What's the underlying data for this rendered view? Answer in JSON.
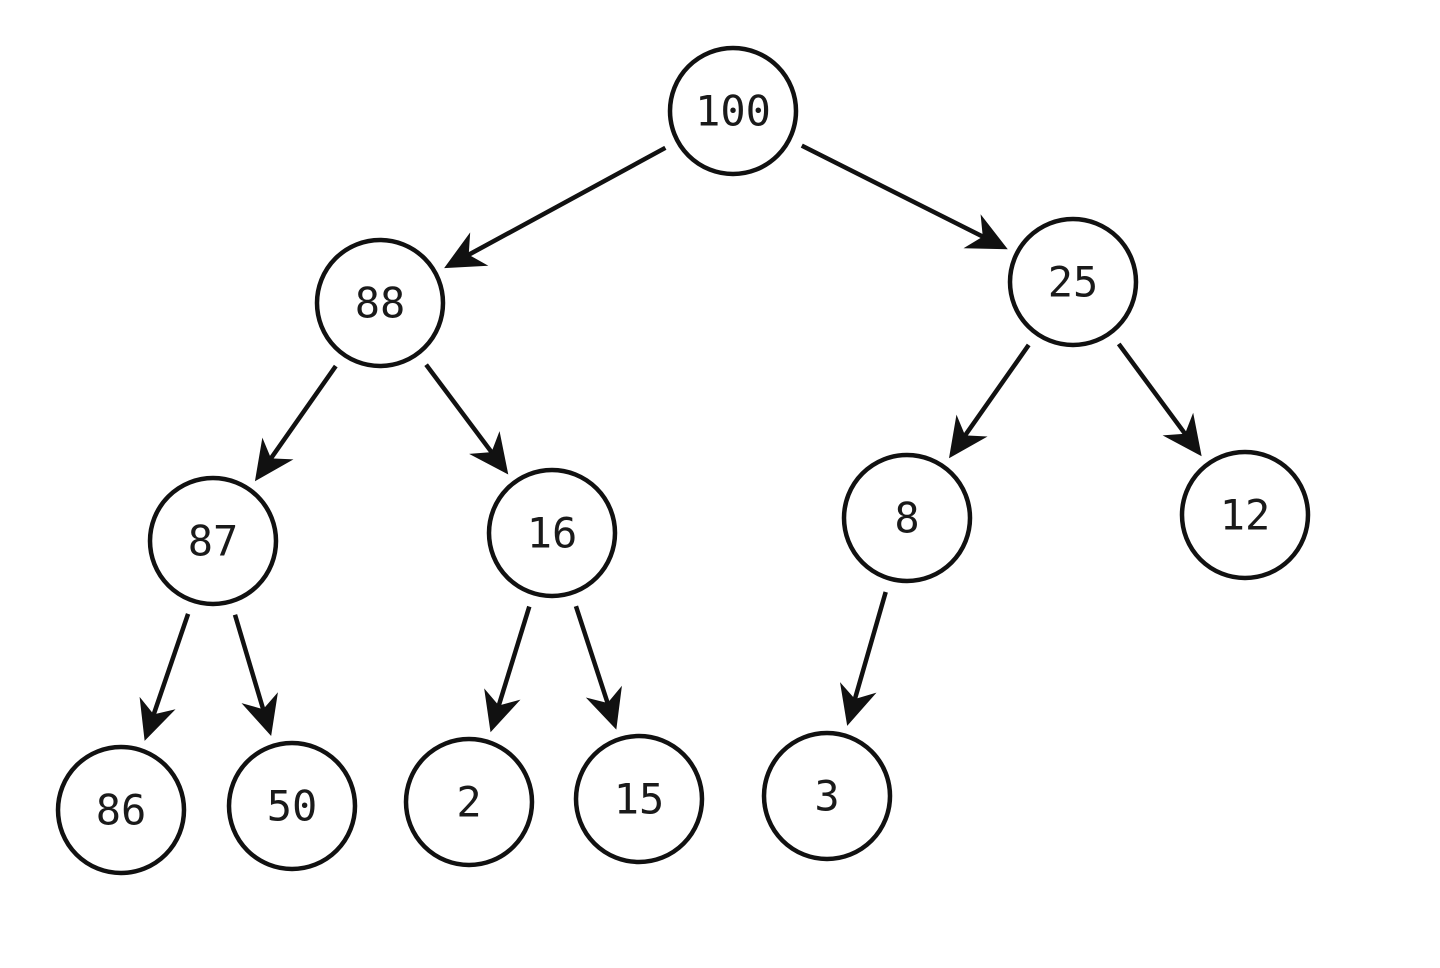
{
  "tree": {
    "nodes": [
      {
        "id": "n100",
        "value": "100"
      },
      {
        "id": "n88",
        "value": "88"
      },
      {
        "id": "n25",
        "value": "25"
      },
      {
        "id": "n87",
        "value": "87"
      },
      {
        "id": "n16",
        "value": "16"
      },
      {
        "id": "n8",
        "value": "8"
      },
      {
        "id": "n12",
        "value": "12"
      },
      {
        "id": "n86",
        "value": "86"
      },
      {
        "id": "n50",
        "value": "50"
      },
      {
        "id": "n2",
        "value": "2"
      },
      {
        "id": "n15",
        "value": "15"
      },
      {
        "id": "n3",
        "value": "3"
      }
    ],
    "edges": [
      {
        "from": "n100",
        "to": "n88"
      },
      {
        "from": "n100",
        "to": "n25"
      },
      {
        "from": "n88",
        "to": "n87"
      },
      {
        "from": "n88",
        "to": "n16"
      },
      {
        "from": "n25",
        "to": "n8"
      },
      {
        "from": "n25",
        "to": "n12"
      },
      {
        "from": "n87",
        "to": "n86"
      },
      {
        "from": "n87",
        "to": "n50"
      },
      {
        "from": "n16",
        "to": "n2"
      },
      {
        "from": "n16",
        "to": "n15"
      },
      {
        "from": "n8",
        "to": "n3"
      }
    ]
  },
  "colors": {
    "stroke": "#111111",
    "fill": "#ffffff",
    "text": "#1a1a1a"
  }
}
